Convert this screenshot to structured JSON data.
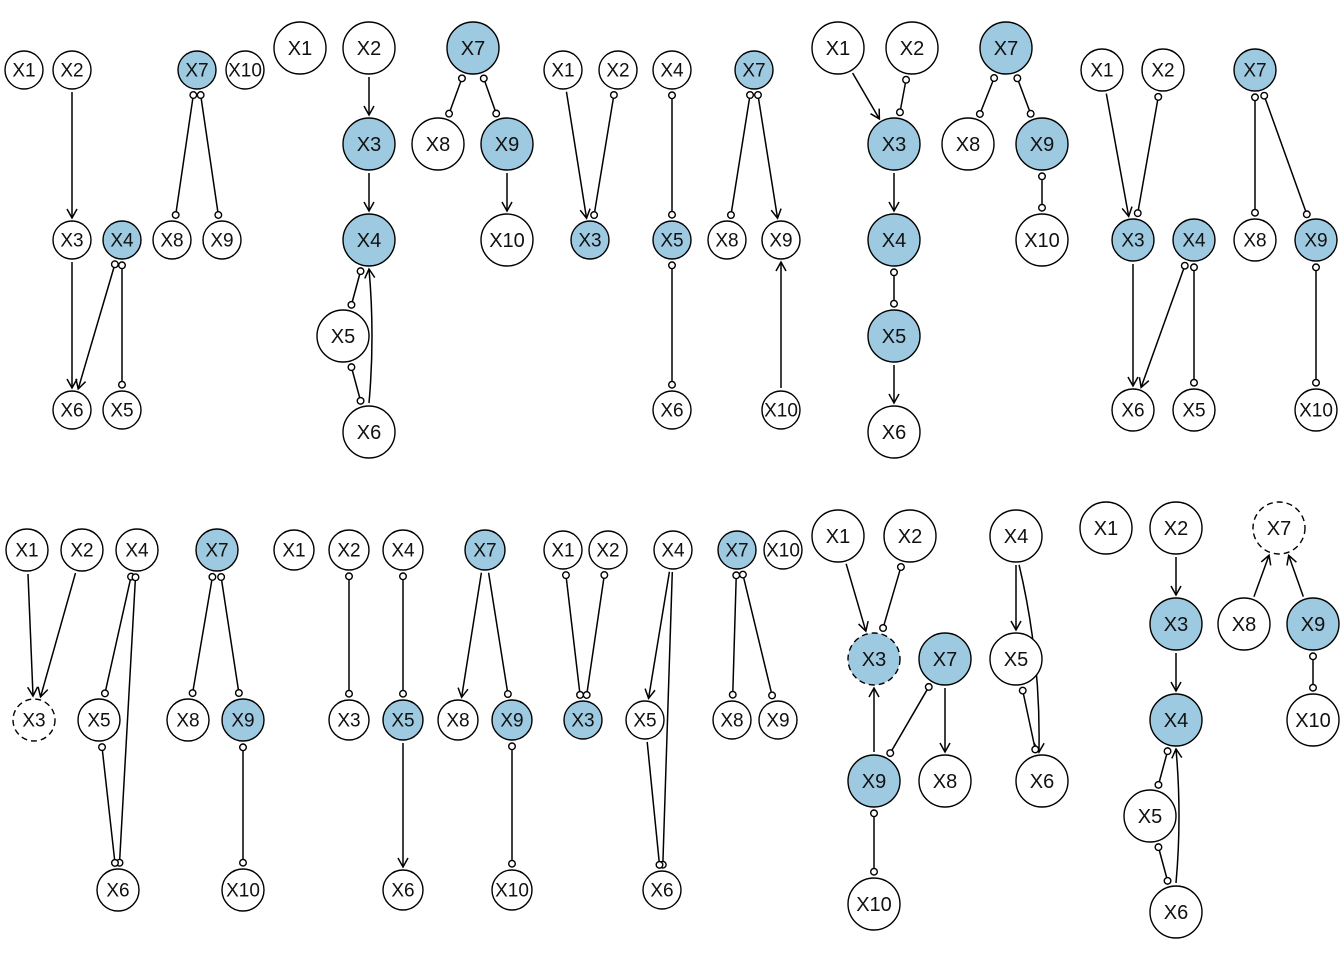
{
  "colors": {
    "filled": "#9ecae1",
    "empty": "#ffffff",
    "stroke": "#000000"
  },
  "panels": [
    {
      "id": "p1",
      "nodes": [
        {
          "id": "n1",
          "label": "X1",
          "style": "empty"
        },
        {
          "id": "n2",
          "label": "X2",
          "style": "empty"
        },
        {
          "id": "n7",
          "label": "X7",
          "style": "filled"
        },
        {
          "id": "n10",
          "label": "X10",
          "style": "empty"
        },
        {
          "id": "n3",
          "label": "X3",
          "style": "empty"
        },
        {
          "id": "n4",
          "label": "X4",
          "style": "filled"
        },
        {
          "id": "n8",
          "label": "X8",
          "style": "empty"
        },
        {
          "id": "n9",
          "label": "X9",
          "style": "empty"
        },
        {
          "id": "n6",
          "label": "X6",
          "style": "empty"
        },
        {
          "id": "n5",
          "label": "X5",
          "style": "empty"
        }
      ],
      "edges": [
        {
          "from": "n2",
          "to": "n3",
          "tail": "none",
          "head": "arrow"
        },
        {
          "from": "n3",
          "to": "n6",
          "tail": "none",
          "head": "arrow"
        },
        {
          "from": "n4",
          "to": "n6",
          "tail": "circle",
          "head": "arrow"
        },
        {
          "from": "n4",
          "to": "n5",
          "tail": "circle",
          "head": "circle"
        },
        {
          "from": "n7",
          "to": "n8",
          "tail": "circle",
          "head": "circle"
        },
        {
          "from": "n7",
          "to": "n9",
          "tail": "circle",
          "head": "circle"
        }
      ]
    },
    {
      "id": "p2",
      "nodes": [
        {
          "id": "n1",
          "label": "X1",
          "style": "empty"
        },
        {
          "id": "n2",
          "label": "X2",
          "style": "empty"
        },
        {
          "id": "n7",
          "label": "X7",
          "style": "filled"
        },
        {
          "id": "n3",
          "label": "X3",
          "style": "filled"
        },
        {
          "id": "n8",
          "label": "X8",
          "style": "empty"
        },
        {
          "id": "n9",
          "label": "X9",
          "style": "filled"
        },
        {
          "id": "n4",
          "label": "X4",
          "style": "filled"
        },
        {
          "id": "n10",
          "label": "X10",
          "style": "empty"
        },
        {
          "id": "n5",
          "label": "X5",
          "style": "empty"
        },
        {
          "id": "n6",
          "label": "X6",
          "style": "empty"
        }
      ],
      "edges": [
        {
          "from": "n2",
          "to": "n3",
          "tail": "none",
          "head": "arrow"
        },
        {
          "from": "n3",
          "to": "n4",
          "tail": "none",
          "head": "arrow"
        },
        {
          "from": "n4",
          "to": "n5",
          "tail": "circle",
          "head": "circle"
        },
        {
          "from": "n5",
          "to": "n6",
          "tail": "circle",
          "head": "circle"
        },
        {
          "from": "n6",
          "to": "n4",
          "tail": "none",
          "head": "arrow",
          "curve": 6
        },
        {
          "from": "n7",
          "to": "n8",
          "tail": "circle",
          "head": "circle"
        },
        {
          "from": "n7",
          "to": "n9",
          "tail": "circle",
          "head": "circle"
        },
        {
          "from": "n9",
          "to": "n10",
          "tail": "none",
          "head": "arrow"
        }
      ]
    },
    {
      "id": "p3",
      "nodes": [
        {
          "id": "n1",
          "label": "X1",
          "style": "empty"
        },
        {
          "id": "n2",
          "label": "X2",
          "style": "empty"
        },
        {
          "id": "n4",
          "label": "X4",
          "style": "empty"
        },
        {
          "id": "n7",
          "label": "X7",
          "style": "filled"
        },
        {
          "id": "n3",
          "label": "X3",
          "style": "filled"
        },
        {
          "id": "n5",
          "label": "X5",
          "style": "filled"
        },
        {
          "id": "n8",
          "label": "X8",
          "style": "empty"
        },
        {
          "id": "n9",
          "label": "X9",
          "style": "empty"
        },
        {
          "id": "n6",
          "label": "X6",
          "style": "empty"
        },
        {
          "id": "n10",
          "label": "X10",
          "style": "empty"
        }
      ],
      "edges": [
        {
          "from": "n1",
          "to": "n3",
          "tail": "none",
          "head": "arrow"
        },
        {
          "from": "n2",
          "to": "n3",
          "tail": "circle",
          "head": "circle"
        },
        {
          "from": "n4",
          "to": "n5",
          "tail": "circle",
          "head": "circle"
        },
        {
          "from": "n5",
          "to": "n6",
          "tail": "circle",
          "head": "circle"
        },
        {
          "from": "n7",
          "to": "n8",
          "tail": "circle",
          "head": "circle"
        },
        {
          "from": "n7",
          "to": "n9",
          "tail": "circle",
          "head": "arrow"
        },
        {
          "from": "n10",
          "to": "n9",
          "tail": "none",
          "head": "arrow"
        }
      ]
    },
    {
      "id": "p4",
      "nodes": [
        {
          "id": "n1",
          "label": "X1",
          "style": "empty"
        },
        {
          "id": "n2",
          "label": "X2",
          "style": "empty"
        },
        {
          "id": "n7",
          "label": "X7",
          "style": "filled"
        },
        {
          "id": "n3",
          "label": "X3",
          "style": "filled"
        },
        {
          "id": "n8",
          "label": "X8",
          "style": "empty"
        },
        {
          "id": "n9",
          "label": "X9",
          "style": "filled"
        },
        {
          "id": "n4",
          "label": "X4",
          "style": "filled"
        },
        {
          "id": "n10",
          "label": "X10",
          "style": "empty"
        },
        {
          "id": "n5",
          "label": "X5",
          "style": "filled"
        },
        {
          "id": "n6",
          "label": "X6",
          "style": "empty"
        }
      ],
      "edges": [
        {
          "from": "n1",
          "to": "n3",
          "tail": "none",
          "head": "arrow"
        },
        {
          "from": "n2",
          "to": "n3",
          "tail": "circle",
          "head": "circle"
        },
        {
          "from": "n3",
          "to": "n4",
          "tail": "none",
          "head": "arrow"
        },
        {
          "from": "n4",
          "to": "n5",
          "tail": "circle",
          "head": "circle"
        },
        {
          "from": "n5",
          "to": "n6",
          "tail": "none",
          "head": "arrow"
        },
        {
          "from": "n7",
          "to": "n8",
          "tail": "circle",
          "head": "circle"
        },
        {
          "from": "n7",
          "to": "n9",
          "tail": "circle",
          "head": "circle"
        },
        {
          "from": "n9",
          "to": "n10",
          "tail": "circle",
          "head": "circle"
        }
      ]
    },
    {
      "id": "p5",
      "nodes": [
        {
          "id": "n1",
          "label": "X1",
          "style": "empty"
        },
        {
          "id": "n2",
          "label": "X2",
          "style": "empty"
        },
        {
          "id": "n7",
          "label": "X7",
          "style": "filled"
        },
        {
          "id": "n3",
          "label": "X3",
          "style": "filled"
        },
        {
          "id": "n4",
          "label": "X4",
          "style": "filled"
        },
        {
          "id": "n8",
          "label": "X8",
          "style": "empty"
        },
        {
          "id": "n9",
          "label": "X9",
          "style": "filled"
        },
        {
          "id": "n6",
          "label": "X6",
          "style": "empty"
        },
        {
          "id": "n5",
          "label": "X5",
          "style": "empty"
        },
        {
          "id": "n10",
          "label": "X10",
          "style": "empty"
        }
      ],
      "edges": [
        {
          "from": "n1",
          "to": "n3",
          "tail": "none",
          "head": "arrow"
        },
        {
          "from": "n2",
          "to": "n3",
          "tail": "circle",
          "head": "circle"
        },
        {
          "from": "n3",
          "to": "n6",
          "tail": "none",
          "head": "arrow"
        },
        {
          "from": "n4",
          "to": "n6",
          "tail": "circle",
          "head": "arrow"
        },
        {
          "from": "n4",
          "to": "n5",
          "tail": "circle",
          "head": "circle"
        },
        {
          "from": "n7",
          "to": "n8",
          "tail": "circle",
          "head": "circle"
        },
        {
          "from": "n7",
          "to": "n9",
          "tail": "circle",
          "head": "circle"
        },
        {
          "from": "n9",
          "to": "n10",
          "tail": "circle",
          "head": "circle"
        }
      ]
    },
    {
      "id": "p6",
      "nodes": [
        {
          "id": "n1",
          "label": "X1",
          "style": "empty"
        },
        {
          "id": "n2",
          "label": "X2",
          "style": "empty"
        },
        {
          "id": "n4",
          "label": "X4",
          "style": "empty"
        },
        {
          "id": "n7",
          "label": "X7",
          "style": "filled"
        },
        {
          "id": "n3",
          "label": "X3",
          "style": "dashed"
        },
        {
          "id": "n5",
          "label": "X5",
          "style": "empty"
        },
        {
          "id": "n8",
          "label": "X8",
          "style": "empty"
        },
        {
          "id": "n9",
          "label": "X9",
          "style": "filled"
        },
        {
          "id": "n6",
          "label": "X6",
          "style": "empty"
        },
        {
          "id": "n10",
          "label": "X10",
          "style": "empty"
        }
      ],
      "edges": [
        {
          "from": "n1",
          "to": "n3",
          "tail": "none",
          "head": "arrow"
        },
        {
          "from": "n2",
          "to": "n3",
          "tail": "none",
          "head": "arrow"
        },
        {
          "from": "n4",
          "to": "n5",
          "tail": "circle",
          "head": "circle"
        },
        {
          "from": "n4",
          "to": "n6",
          "tail": "circle",
          "head": "circle"
        },
        {
          "from": "n5",
          "to": "n6",
          "tail": "circle",
          "head": "circle"
        },
        {
          "from": "n7",
          "to": "n8",
          "tail": "circle",
          "head": "circle"
        },
        {
          "from": "n7",
          "to": "n9",
          "tail": "circle",
          "head": "circle"
        },
        {
          "from": "n9",
          "to": "n10",
          "tail": "circle",
          "head": "circle"
        }
      ]
    },
    {
      "id": "p7",
      "nodes": [
        {
          "id": "n1",
          "label": "X1",
          "style": "empty"
        },
        {
          "id": "n2",
          "label": "X2",
          "style": "empty"
        },
        {
          "id": "n4",
          "label": "X4",
          "style": "empty"
        },
        {
          "id": "n7",
          "label": "X7",
          "style": "filled"
        },
        {
          "id": "n3",
          "label": "X3",
          "style": "empty"
        },
        {
          "id": "n5",
          "label": "X5",
          "style": "filled"
        },
        {
          "id": "n8",
          "label": "X8",
          "style": "empty"
        },
        {
          "id": "n9",
          "label": "X9",
          "style": "filled"
        },
        {
          "id": "n6",
          "label": "X6",
          "style": "empty"
        },
        {
          "id": "n10",
          "label": "X10",
          "style": "empty"
        }
      ],
      "edges": [
        {
          "from": "n2",
          "to": "n3",
          "tail": "circle",
          "head": "circle"
        },
        {
          "from": "n4",
          "to": "n5",
          "tail": "circle",
          "head": "circle"
        },
        {
          "from": "n5",
          "to": "n6",
          "tail": "none",
          "head": "arrow"
        },
        {
          "from": "n7",
          "to": "n8",
          "tail": "none",
          "head": "arrow"
        },
        {
          "from": "n7",
          "to": "n9",
          "tail": "none",
          "head": "circle"
        },
        {
          "from": "n9",
          "to": "n10",
          "tail": "circle",
          "head": "circle"
        }
      ]
    },
    {
      "id": "p8",
      "nodes": [
        {
          "id": "n1",
          "label": "X1",
          "style": "empty"
        },
        {
          "id": "n2",
          "label": "X2",
          "style": "empty"
        },
        {
          "id": "n4",
          "label": "X4",
          "style": "empty"
        },
        {
          "id": "n7",
          "label": "X7",
          "style": "filled"
        },
        {
          "id": "n10",
          "label": "X10",
          "style": "empty"
        },
        {
          "id": "n3",
          "label": "X3",
          "style": "filled"
        },
        {
          "id": "n5",
          "label": "X5",
          "style": "empty"
        },
        {
          "id": "n8",
          "label": "X8",
          "style": "empty"
        },
        {
          "id": "n9",
          "label": "X9",
          "style": "empty"
        },
        {
          "id": "n6",
          "label": "X6",
          "style": "empty"
        }
      ],
      "edges": [
        {
          "from": "n1",
          "to": "n3",
          "tail": "circle",
          "head": "circle"
        },
        {
          "from": "n2",
          "to": "n3",
          "tail": "circle",
          "head": "circle"
        },
        {
          "from": "n4",
          "to": "n5",
          "tail": "none",
          "head": "arrow"
        },
        {
          "from": "n4",
          "to": "n6",
          "tail": "none",
          "head": "circle"
        },
        {
          "from": "n5",
          "to": "n6",
          "tail": "none",
          "head": "circle"
        },
        {
          "from": "n7",
          "to": "n8",
          "tail": "circle",
          "head": "circle"
        },
        {
          "from": "n7",
          "to": "n9",
          "tail": "circle",
          "head": "circle"
        }
      ]
    },
    {
      "id": "p9",
      "nodes": [
        {
          "id": "n1",
          "label": "X1",
          "style": "empty"
        },
        {
          "id": "n2",
          "label": "X2",
          "style": "empty"
        },
        {
          "id": "n4",
          "label": "X4",
          "style": "empty"
        },
        {
          "id": "n3",
          "label": "X3",
          "style": "filled-dashed"
        },
        {
          "id": "n7",
          "label": "X7",
          "style": "filled"
        },
        {
          "id": "n5",
          "label": "X5",
          "style": "empty"
        },
        {
          "id": "n9",
          "label": "X9",
          "style": "filled"
        },
        {
          "id": "n8",
          "label": "X8",
          "style": "empty"
        },
        {
          "id": "n6",
          "label": "X6",
          "style": "empty"
        },
        {
          "id": "n10",
          "label": "X10",
          "style": "empty"
        }
      ],
      "edges": [
        {
          "from": "n1",
          "to": "n3",
          "tail": "none",
          "head": "arrow"
        },
        {
          "from": "n2",
          "to": "n3",
          "tail": "circle",
          "head": "circle"
        },
        {
          "from": "n9",
          "to": "n3",
          "tail": "none",
          "head": "arrow"
        },
        {
          "from": "n7",
          "to": "n9",
          "tail": "circle",
          "head": "circle"
        },
        {
          "from": "n7",
          "to": "n8",
          "tail": "none",
          "head": "arrow"
        },
        {
          "from": "n9",
          "to": "n10",
          "tail": "circle",
          "head": "circle"
        },
        {
          "from": "n4",
          "to": "n5",
          "tail": "none",
          "head": "arrow"
        },
        {
          "from": "n4",
          "to": "n6",
          "tail": "none",
          "head": "arrow",
          "curve": -12
        },
        {
          "from": "n5",
          "to": "n6",
          "tail": "circle",
          "head": "circle"
        }
      ]
    },
    {
      "id": "p10",
      "nodes": [
        {
          "id": "n1",
          "label": "X1",
          "style": "empty"
        },
        {
          "id": "n2",
          "label": "X2",
          "style": "empty"
        },
        {
          "id": "n7",
          "label": "X7",
          "style": "dashed"
        },
        {
          "id": "n3",
          "label": "X3",
          "style": "filled"
        },
        {
          "id": "n8",
          "label": "X8",
          "style": "empty"
        },
        {
          "id": "n9",
          "label": "X9",
          "style": "filled"
        },
        {
          "id": "n4",
          "label": "X4",
          "style": "filled"
        },
        {
          "id": "n10",
          "label": "X10",
          "style": "empty"
        },
        {
          "id": "n5",
          "label": "X5",
          "style": "empty"
        },
        {
          "id": "n6",
          "label": "X6",
          "style": "empty"
        }
      ],
      "edges": [
        {
          "from": "n2",
          "to": "n3",
          "tail": "none",
          "head": "arrow"
        },
        {
          "from": "n3",
          "to": "n4",
          "tail": "none",
          "head": "arrow"
        },
        {
          "from": "n4",
          "to": "n5",
          "tail": "circle",
          "head": "circle"
        },
        {
          "from": "n5",
          "to": "n6",
          "tail": "circle",
          "head": "circle"
        },
        {
          "from": "n6",
          "to": "n4",
          "tail": "none",
          "head": "arrow",
          "curve": 6
        },
        {
          "from": "n8",
          "to": "n7",
          "tail": "none",
          "head": "arrow"
        },
        {
          "from": "n9",
          "to": "n7",
          "tail": "none",
          "head": "arrow"
        },
        {
          "from": "n9",
          "to": "n10",
          "tail": "circle",
          "head": "circle"
        }
      ]
    }
  ]
}
